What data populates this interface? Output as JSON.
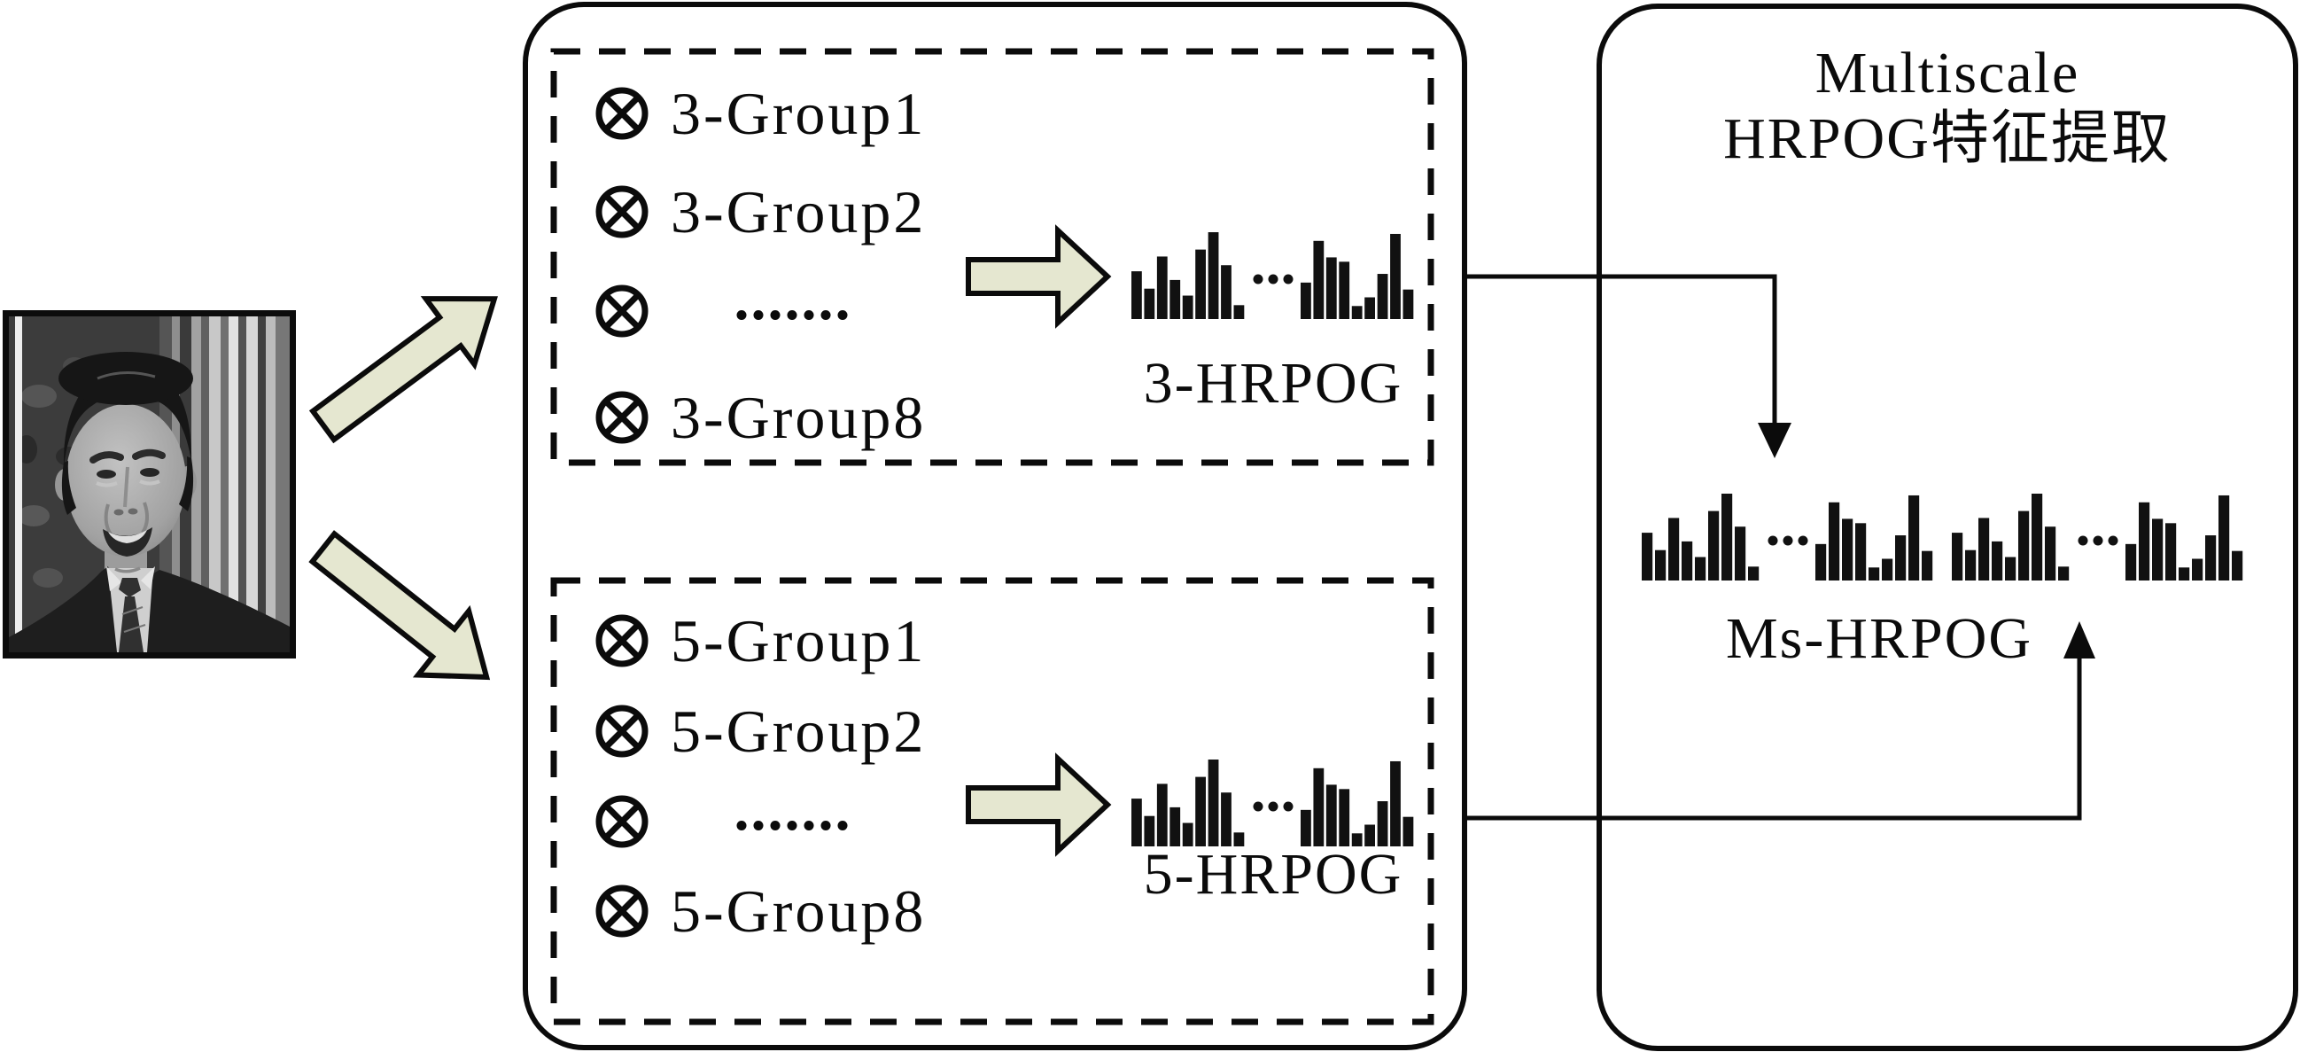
{
  "diagram": {
    "scale3_groups": {
      "rows": [
        "3-Group1",
        "3-Group2",
        ".......",
        "3-Group8"
      ]
    },
    "scale5_groups": {
      "rows": [
        "5-Group1",
        "5-Group2",
        ".......",
        "5-Group8"
      ]
    },
    "hist3_label": "3-HRPOG",
    "hist5_label": "5-HRPOG",
    "ms_label": "Ms-HRPOG",
    "right_panel_title": {
      "line1": "Multiscale",
      "line2": "HRPOG特征提取"
    }
  },
  "icons": {
    "otimes": "⊗"
  },
  "colors": {
    "background": "#ffffff",
    "line": "#0b0b0b",
    "bar": "#111111",
    "arrow_fill": "#e5e7d0"
  },
  "chart_data": {
    "type": "bar",
    "patterns": {
      "a": [
        55,
        35,
        72,
        45,
        27,
        80,
        100,
        62,
        16
      ],
      "b": [
        42,
        90,
        71,
        66,
        15,
        25,
        52,
        98,
        34
      ]
    },
    "histograms": [
      {
        "name": "3-HRPOG",
        "layout": "small",
        "groups": [
          "a",
          "b"
        ]
      },
      {
        "name": "5-HRPOG",
        "layout": "small",
        "groups": [
          "a",
          "b"
        ]
      },
      {
        "name": "Ms-HRPOG",
        "layout": "ms",
        "groups": [
          "a",
          "b",
          "a",
          "b"
        ]
      }
    ],
    "ylim": [
      0,
      100
    ]
  }
}
